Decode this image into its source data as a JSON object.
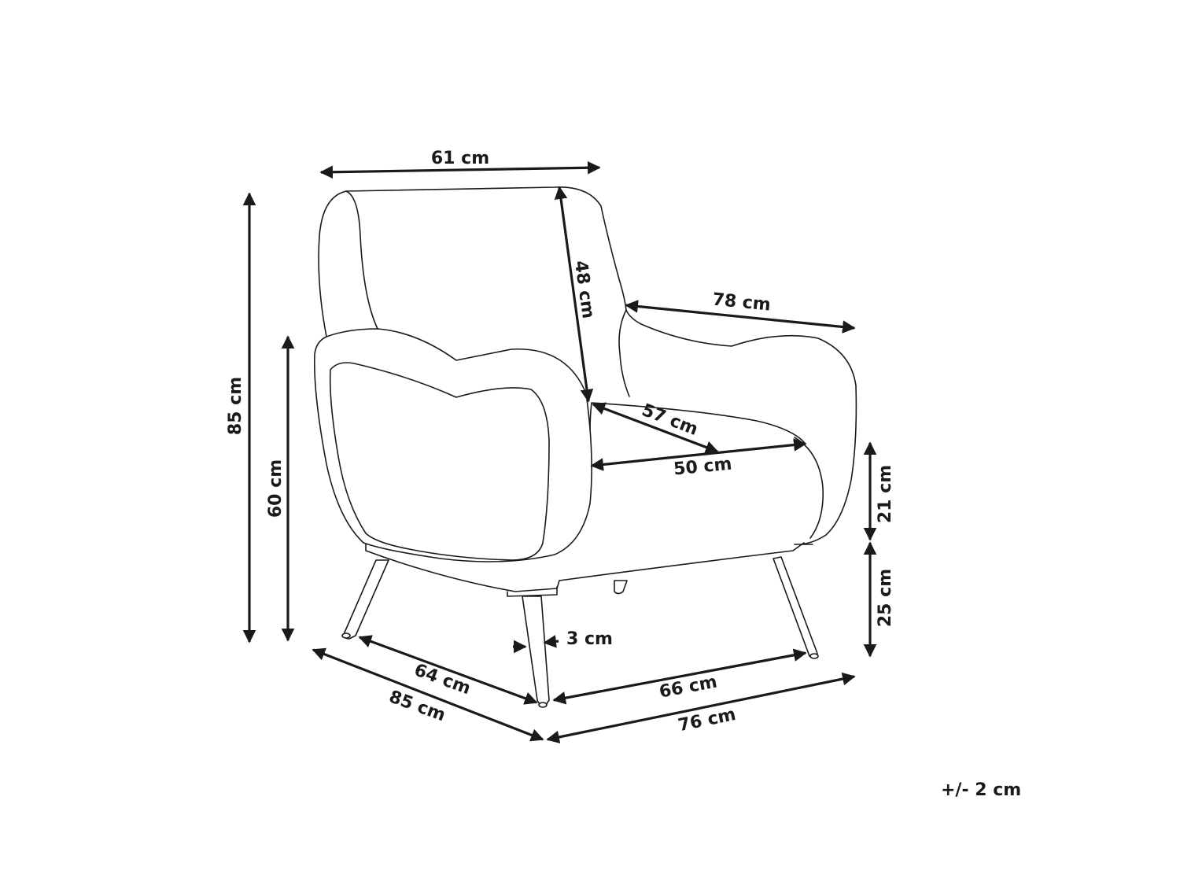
{
  "dimensions": {
    "top_width": "61 cm",
    "total_height": "85 cm",
    "armrest_height": "60 cm",
    "backrest_height": "48 cm",
    "top_depth": "78 cm",
    "seat_depth": "57 cm",
    "seat_width": "50 cm",
    "cushion_height": "21 cm",
    "seat_height_from_floor": "25 cm",
    "leg_thickness": "3 cm",
    "leg_depth_span": "64 cm",
    "total_depth": "85 cm",
    "leg_width_span": "66 cm",
    "total_width": "76 cm"
  },
  "tolerance": "+/- 2 cm",
  "colors": {
    "line": "#1a1a1a",
    "background": "#ffffff"
  }
}
